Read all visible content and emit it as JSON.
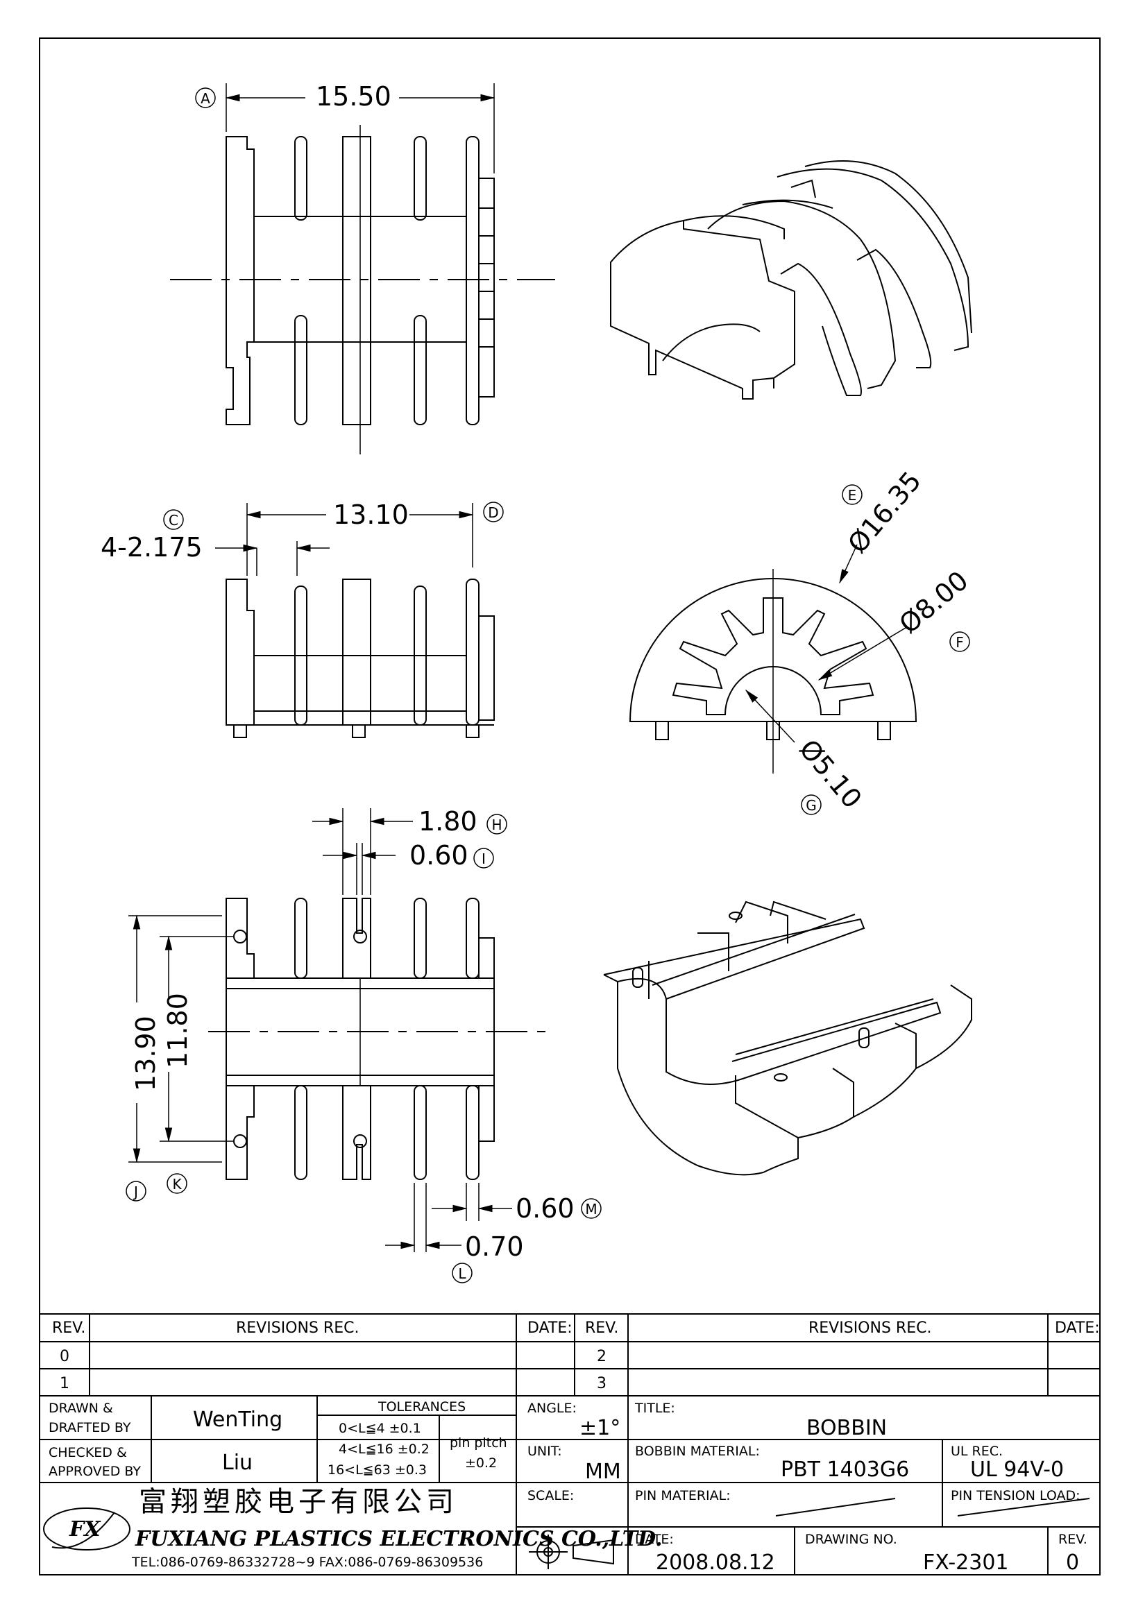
{
  "drawing": {
    "dimensions": {
      "width_a": "15.50",
      "width_c_d": "13.10",
      "pin_spacing_c": "4-2.175",
      "dia_e": "Ø16.35",
      "dia_f": "Ø8.00",
      "dia_g": "Ø5.10",
      "h": "1.80",
      "i": "0.60",
      "j": "13.90",
      "k": "11.80",
      "m": "0.60",
      "l": "0.70"
    },
    "markers": [
      "A",
      "C",
      "D",
      "E",
      "F",
      "G",
      "H",
      "I",
      "J",
      "K",
      "L",
      "M"
    ]
  },
  "title_block": {
    "rev_header": "REV.",
    "revisions_header": "REVISIONS   REC.",
    "date_header": "DATE:",
    "rev_left": [
      "0",
      "1"
    ],
    "rev_right": [
      "2",
      "3"
    ],
    "drawn_label_1": "DRAWN &",
    "drawn_label_2": "DRAFTED BY",
    "drawn_by": "WenTing",
    "checked_label_1": "CHECKED &",
    "checked_label_2": "APPROVED BY",
    "checked_by": "Liu",
    "tolerances_label": "TOLERANCES",
    "tol_rows": [
      "0<L≦4    ±0.1",
      "4<L≦16  ±0.2",
      "16<L≦63  ±0.3"
    ],
    "pin_pitch_label": "pin pitch",
    "pin_pitch_value": "±0.2",
    "angle_label": "ANGLE:",
    "angle_value": "±1°",
    "unit_label": "UNIT:",
    "unit_value": "MM",
    "scale_label": "SCALE:",
    "title_label": "TITLE:",
    "title_value": "BOBBIN",
    "bobbin_material_label": "BOBBIN MATERIAL:",
    "bobbin_material_value": "PBT 1403G6",
    "ul_rec_label": "UL REC.",
    "ul_rec_value": "UL 94V-0",
    "pin_material_label": "PIN MATERIAL:",
    "pin_tension_label": "PIN TENSION LOAD:",
    "company_cn": "富翔塑胶电子有限公司",
    "company_en": "FUXIANG PLASTICS ELECTRONICS CO.,LTD.",
    "contact": "TEL:086-0769-86332728~9  FAX:086-0769-86309536",
    "logo_text": "FX",
    "date_label": "DATE:",
    "date_value": "2008.08.12",
    "drawing_no_label": "DRAWING NO.",
    "drawing_no_value": "FX-2301",
    "rev_label": "REV.",
    "rev_value": "0"
  }
}
